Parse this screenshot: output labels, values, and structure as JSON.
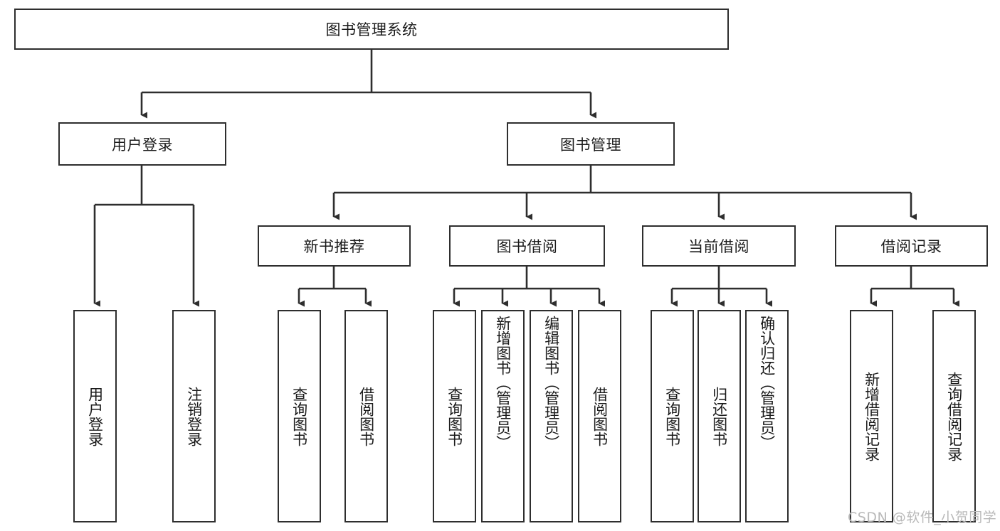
{
  "diagram": {
    "title_node": {
      "label": "图书管理系统"
    },
    "level2": [
      {
        "id": "user-login",
        "label": "用户登录"
      },
      {
        "id": "book-management",
        "label": "图书管理"
      }
    ],
    "level3": [
      {
        "id": "new-book-recommend",
        "label": "新书推荐"
      },
      {
        "id": "book-borrow",
        "label": "图书借阅"
      },
      {
        "id": "current-borrow",
        "label": "当前借阅"
      },
      {
        "id": "borrow-record",
        "label": "借阅记录"
      }
    ],
    "leaves": [
      {
        "id": "leaf-user-login",
        "label": "用户登录",
        "long": false
      },
      {
        "id": "leaf-logout-login",
        "label": "注销登录",
        "long": false
      },
      {
        "id": "leaf-query-book-1",
        "label": "查询图书",
        "long": false
      },
      {
        "id": "leaf-borrow-book-1",
        "label": "借阅图书",
        "long": false
      },
      {
        "id": "leaf-query-book-2",
        "label": "查询图书",
        "long": false
      },
      {
        "id": "leaf-add-book",
        "label": "新增图书（管理员）",
        "long": true
      },
      {
        "id": "leaf-edit-book",
        "label": "编辑图书（管理员）",
        "long": true
      },
      {
        "id": "leaf-borrow-book-2",
        "label": "借阅图书",
        "long": false
      },
      {
        "id": "leaf-query-book-3",
        "label": "查询图书",
        "long": false
      },
      {
        "id": "leaf-return-book",
        "label": "归还图书",
        "long": false
      },
      {
        "id": "leaf-confirm-return",
        "label": "确认归还（管理员）",
        "long": true
      },
      {
        "id": "leaf-add-record",
        "label": "新增借阅记录",
        "long": false
      },
      {
        "id": "leaf-query-record",
        "label": "查询借阅记录",
        "long": false
      }
    ],
    "watermark": "CSDN @软件_小贺同学",
    "colors": {
      "stroke": "#2e2e2e",
      "fill": "#ffffff",
      "text": "#1a1a1a",
      "watermark": "#b9b9b9"
    }
  }
}
